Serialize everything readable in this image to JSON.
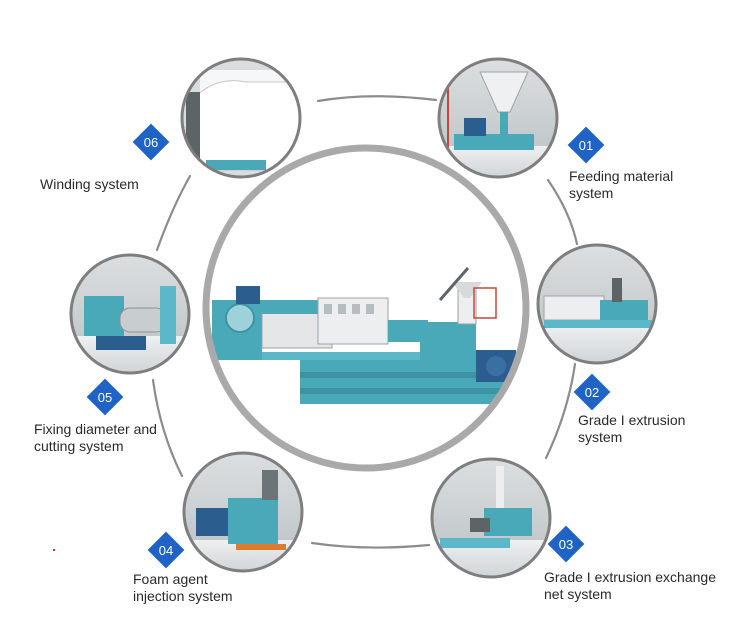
{
  "colors": {
    "ring": "#a9a9a9",
    "connector": "#8c8c8c",
    "badge": "#1f63c6",
    "machine": "#4aa9b8",
    "frame": "#5cb8c8",
    "motor": "#2c5d8f"
  },
  "steps": [
    {
      "num": "01",
      "lines": [
        "Feeding material",
        "system"
      ],
      "photo": "feeding-hopper"
    },
    {
      "num": "02",
      "lines": [
        "Grade I extrusion",
        "system"
      ],
      "photo": "extruder-line"
    },
    {
      "num": "03",
      "lines": [
        "Grade I extrusion exchange",
        "net system"
      ],
      "photo": "screen-changer"
    },
    {
      "num": "04",
      "lines": [
        "Foam agent",
        "injection system"
      ],
      "photo": "injection-unit"
    },
    {
      "num": "05",
      "lines": [
        "Fixing diameter and",
        "cutting system"
      ],
      "photo": "cooling-mandrel"
    },
    {
      "num": "06",
      "lines": [
        "Winding system"
      ],
      "photo": "winder-roll"
    }
  ]
}
